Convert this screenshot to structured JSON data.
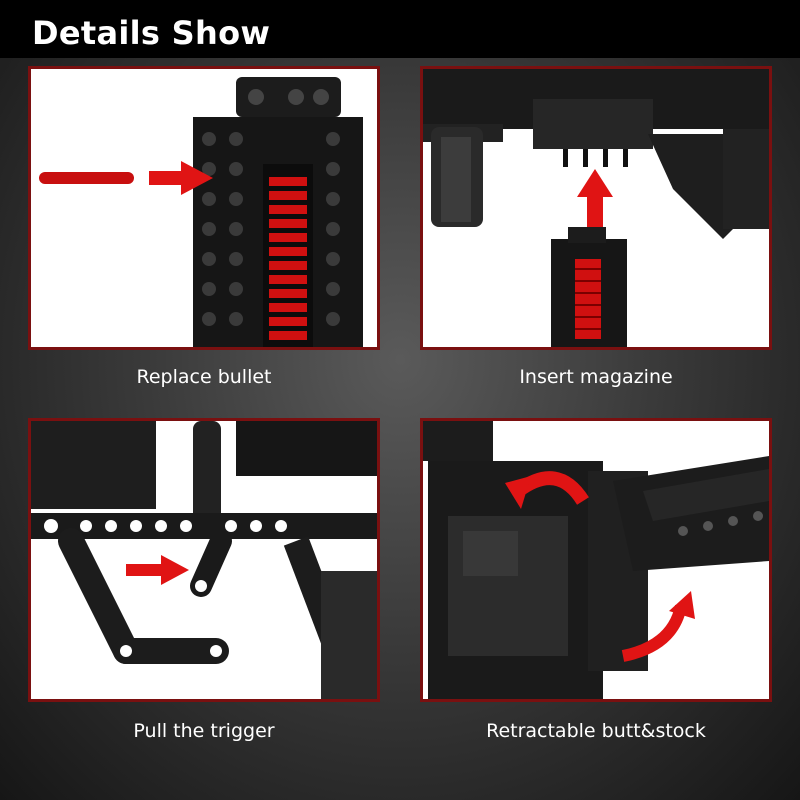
{
  "header": {
    "title": "Details Show"
  },
  "panels": [
    {
      "caption": "Replace bullet",
      "arrow_color": "#e01414"
    },
    {
      "caption": "Insert magazine",
      "arrow_color": "#e01414"
    },
    {
      "caption": "Pull the trigger",
      "arrow_color": "#e01414"
    },
    {
      "caption": "Retractable butt&stock",
      "arrow_color": "#e01414"
    }
  ],
  "colors": {
    "frame": "#7a1010",
    "brick": "#1c1c1c",
    "bullet": "#d01010"
  }
}
